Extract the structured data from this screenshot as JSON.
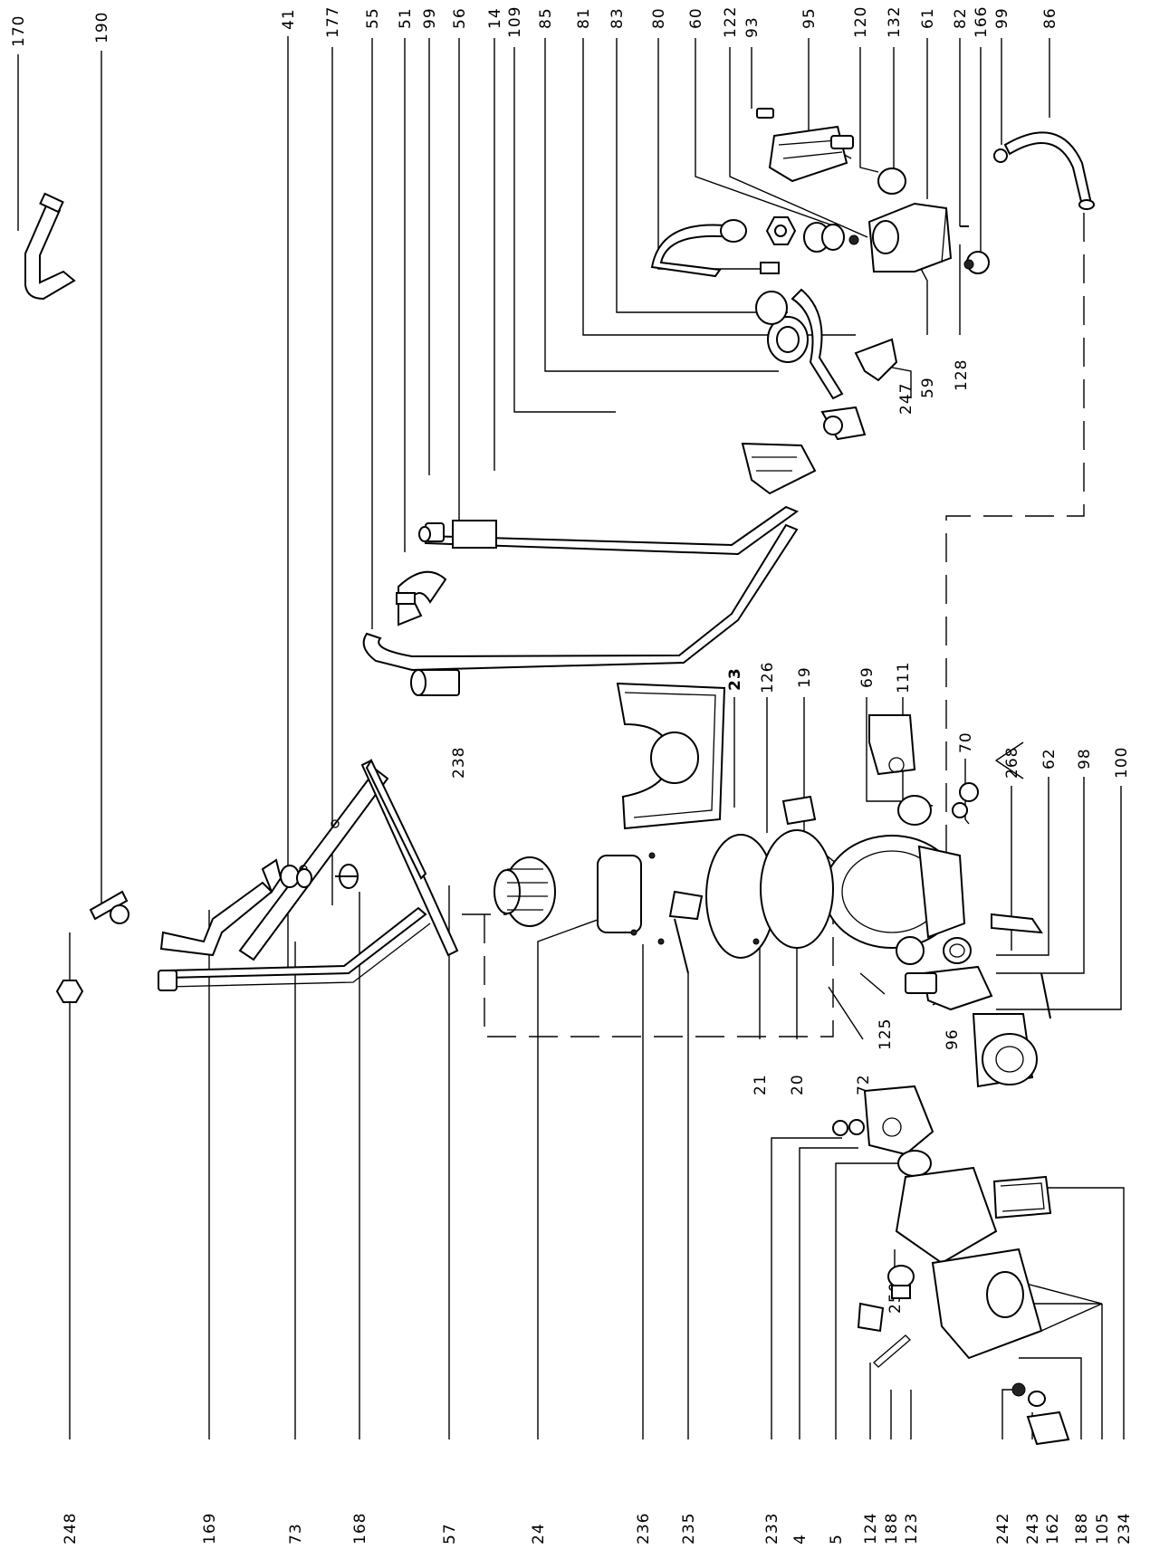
{
  "diagram": {
    "top_labels": [
      "170",
      "190",
      "41",
      "177",
      "55",
      "51",
      "99",
      "56",
      "14",
      "109",
      "85",
      "81",
      "83",
      "80",
      "60",
      "122",
      "93",
      "95",
      "120",
      "132",
      "61",
      "82",
      "166",
      "99",
      "86"
    ],
    "bottom_labels": [
      "248",
      "169",
      "73",
      "168",
      "57",
      "24",
      "236",
      "235",
      "233",
      "4",
      "5",
      "124",
      "188",
      "123",
      "242",
      "243",
      "162",
      "188",
      "105",
      "234"
    ],
    "upper_callouts": [
      "59",
      "128",
      "247"
    ],
    "middle_callouts": [
      "238",
      "23",
      "126",
      "19",
      "69",
      "111",
      "70",
      "268",
      "62",
      "98",
      "100"
    ],
    "lower_callouts": [
      "21",
      "20",
      "72",
      "125",
      "96",
      "250"
    ]
  }
}
